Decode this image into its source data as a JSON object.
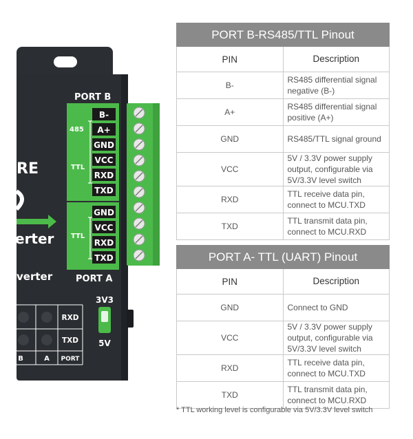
{
  "device": {
    "port_b_label": "PORT B",
    "port_a_label": "PORT A",
    "group_485": "485",
    "group_ttl_b": "TTL",
    "group_ttl_a": "TTL",
    "port_b_pins": [
      "B-",
      "A+",
      "GND",
      "VCC",
      "RXD",
      "TXD"
    ],
    "port_a_pins": [
      "GND",
      "VCC",
      "RXD",
      "TXD"
    ],
    "case_text_1": "RE",
    "case_text_2": "erter",
    "case_text_3": "verter",
    "switch_top": "3V3",
    "switch_bottom": "5V",
    "led_rxd": "RXD",
    "led_txd": "TXD",
    "bottom_b": "B",
    "bottom_a": "A",
    "bottom_port": "PORT",
    "colors": {
      "terminal_green": "#4cba4a",
      "pin_label_bg": "#1a1a1a",
      "case": "#2a2d31"
    }
  },
  "port_b_table": {
    "title": "PORT B-RS485/TTL Pinout",
    "col_pin": "PIN",
    "col_desc": "Description",
    "rows": [
      {
        "pin": "B-",
        "desc": "RS485 differential signal negative (B-)"
      },
      {
        "pin": "A+",
        "desc": "RS485 differential signal positive (A+)"
      },
      {
        "pin": "GND",
        "desc": "RS485/TTL signal ground"
      },
      {
        "pin": "VCC",
        "desc": "5V / 3.3V power supply output, configurable via 5V/3.3V level switch"
      },
      {
        "pin": "RXD",
        "desc": "TTL receive data pin, connect to MCU.TXD"
      },
      {
        "pin": "TXD",
        "desc": "TTL transmit data pin, connect to MCU.RXD"
      }
    ]
  },
  "port_a_table": {
    "title": "PORT A- TTL (UART) Pinout",
    "col_pin": "PIN",
    "col_desc": "Description",
    "rows": [
      {
        "pin": "GND",
        "desc": "Connect to GND"
      },
      {
        "pin": "VCC",
        "desc": "5V / 3.3V power supply output, configurable via 5V/3.3V level switch"
      },
      {
        "pin": "RXD",
        "desc": "TTL receive data pin, connect to MCU.TXD"
      },
      {
        "pin": "TXD",
        "desc": "TTL transmit data pin, connect to MCU.RXD"
      }
    ]
  },
  "footnote": "* TTL working level is configurable via 5V/3.3V level switch"
}
